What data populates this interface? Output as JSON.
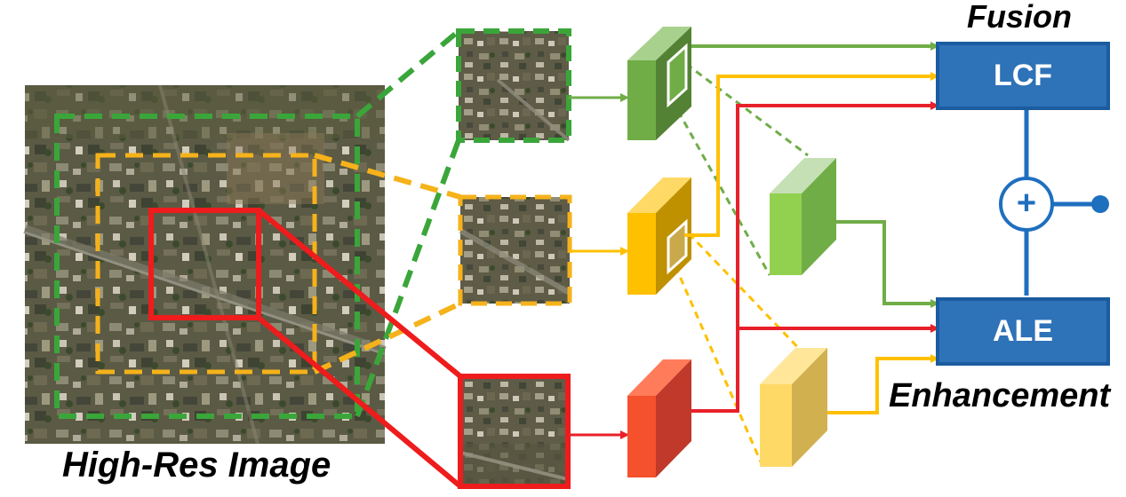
{
  "labels": {
    "fusion": "Fusion",
    "enhancement": "Enhancement",
    "image_caption": "High-Res Image",
    "lcf": "LCF",
    "ale": "ALE",
    "plus": "+"
  },
  "colors": {
    "green": "#3aa63a",
    "green_line": "#70ad47",
    "orange": "#f5b21a",
    "orange_line": "#ffc000",
    "red": "#ee1c1c",
    "red_line": "#e8202a",
    "blue": "#2e72b8",
    "blue_line": "#1f6fbf"
  }
}
